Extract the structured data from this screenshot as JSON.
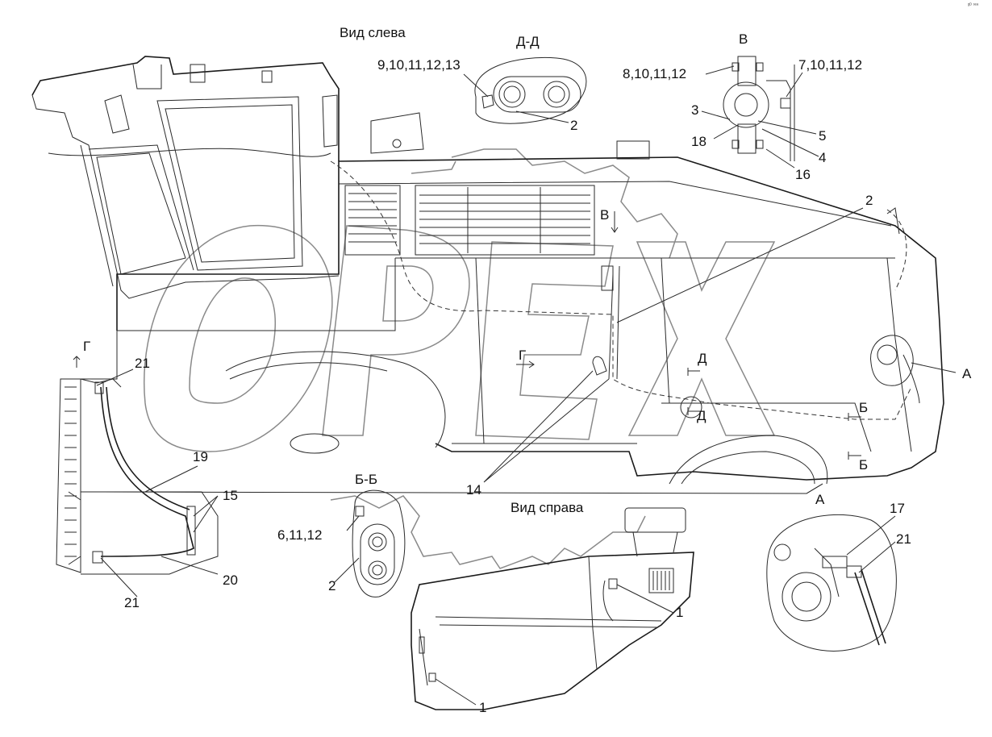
{
  "views": {
    "left_view": "Вид слева",
    "right_view": "Вид справа",
    "section_dd": "Д-Д",
    "section_bb": "Б-Б",
    "view_v": "В",
    "view_a": "А",
    "view_g": "Г"
  },
  "markers": {
    "v_arrow": "В",
    "g_arrow": "Г",
    "d_top": "Д",
    "d_bottom": "Д",
    "b_top": "Б",
    "b_bottom": "Б",
    "a_callout": "А"
  },
  "callouts": {
    "dd_parts": "9,10,11,12,13",
    "dd_2": "2",
    "v_left": "8,10,11,12",
    "v_right": "7,10,11,12",
    "v_3": "3",
    "v_5": "5",
    "v_18": "18",
    "v_4": "4",
    "v_16": "16",
    "main_2": "2",
    "g_21_top": "21",
    "g_19": "19",
    "g_15": "15",
    "g_20": "20",
    "g_21_bottom": "21",
    "main_14": "14",
    "bb_parts": "6,11,12",
    "bb_2": "2",
    "a_17": "17",
    "a_21": "21",
    "right_1_top": "1",
    "right_1_bottom": "1"
  },
  "watermark": "ОРЕХ",
  "corner_mark": "ᵍᴰ ˢᵉᵃ"
}
